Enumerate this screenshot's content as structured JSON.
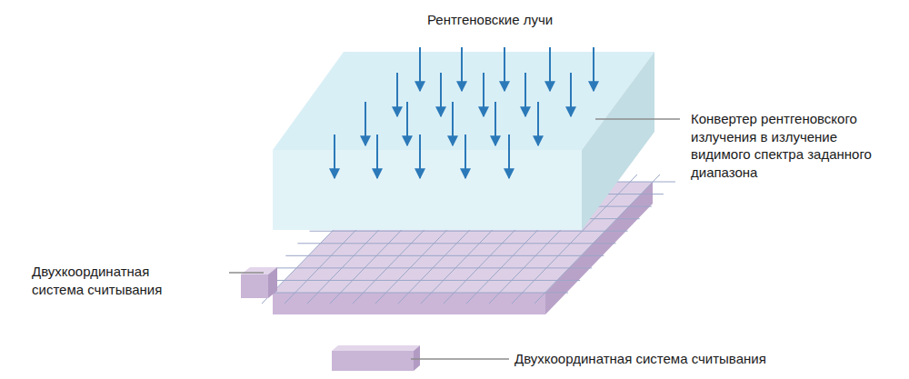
{
  "diagram": {
    "labels": [
      "Рентгеновские лучи",
      "Конвертер рентгеновского излучения в излучение видимого спектра заданного диапазона",
      "Двухкоординатная система считывания",
      "Двухкоординатная система считывания"
    ]
  }
}
